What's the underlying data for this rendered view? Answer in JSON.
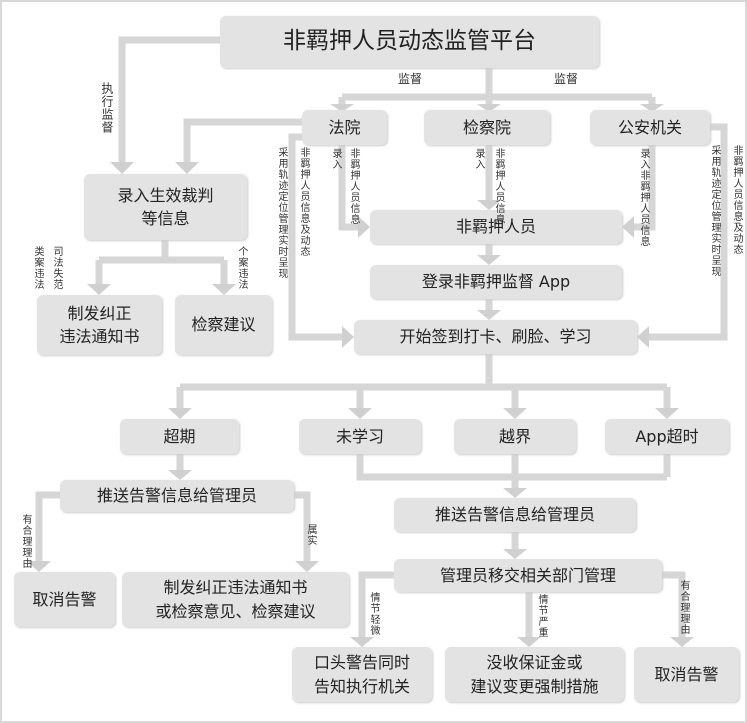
{
  "title": "非羁押人员动态监管平台",
  "supervise_labels": [
    "监督",
    "监督"
  ],
  "exec_supervise": "执行监督",
  "agencies": {
    "court": "法院",
    "procuratorate": "检察院",
    "police": "公安机关"
  },
  "record_judgment": "录入生效裁判\n等信息",
  "notice_correct": "制发纠正\n违法通知书",
  "procuratorial_advice": "检察建议",
  "non_custodial": "非羁押人员",
  "login_app": "登录非羁押监督 App",
  "start_checkin": "开始签到打卡、刷脸、学习",
  "alerts": [
    "超期",
    "未学习",
    "越界",
    "App超时"
  ],
  "push_alert_left": "推送告警信息给管理员",
  "push_alert_right": "推送告警信息给管理员",
  "cancel_alert_left": "取消告警",
  "issue_notice": "制发纠正违法通知书\n或检察意见、检察建议",
  "transfer": "管理员移交相关部门管理",
  "verbal_warning": "口头警告同时\n告知执行机关",
  "confiscate": "没收保证金或\n建议变更强制措施",
  "cancel_alert_right": "取消告警",
  "edge_labels": {
    "court_track": "采用轨迹定位管理实时呈现",
    "court_info_dynamic": "非羁押人员信息及动态",
    "court_enter": "录入",
    "court_info": "非羁押人员信息",
    "proc_enter": "录入",
    "proc_info": "非羁押人员信息",
    "police_enter_info": "录入非羁押人员信息",
    "police_track": "采用轨迹定位管理实时呈现",
    "police_info_dynamic": "非羁押人员信息及动态",
    "class_violation": "类案违法",
    "judicial_misconduct": "司法失范",
    "individual_violation": "个案违法",
    "reasonable_left": "有合理理由",
    "true_fact": "属实",
    "minor": "情节轻微",
    "serious": "情节严重",
    "reasonable_right": "有合理理由"
  }
}
